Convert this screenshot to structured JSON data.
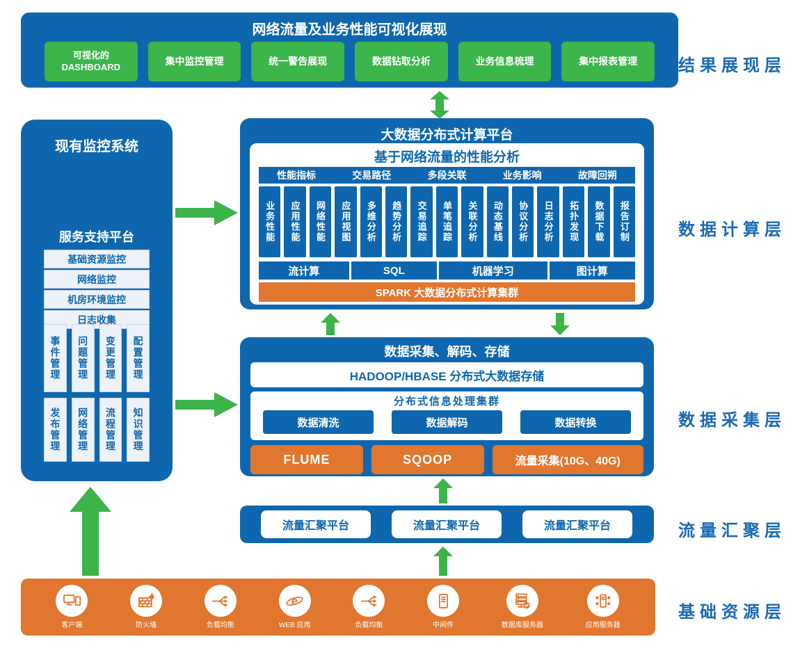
{
  "colors": {
    "blue": "#0e67ae",
    "green": "#3cb54b",
    "orange": "#e1762f",
    "label_blue": "#1a69b4"
  },
  "side_labels": [
    "结果展现层",
    "数据计算层",
    "数据采集层",
    "流量汇聚层",
    "基础资源层"
  ],
  "presentation": {
    "title": "网络流量及业务性能可视化展现",
    "buttons": [
      "可视化的\nDASHBOARD",
      "集中监控管理",
      "统一警告展现",
      "数据钻取分析",
      "业务信息梳理",
      "集中报表管理"
    ]
  },
  "monitoring": {
    "title": "现有监控系统",
    "subtitle": "服务支持平台",
    "items": [
      "基础资源监控",
      "网络监控",
      "机房环境监控",
      "日志收集"
    ],
    "mgmt_row1": [
      "事件管理",
      "问题管理",
      "变更管理",
      "配置管理"
    ],
    "mgmt_row2": [
      "发布管理",
      "网络管理",
      "流程管理",
      "知识管理"
    ]
  },
  "computing": {
    "title": "大数据分布式计算平台",
    "analysis_title": "基于网络流量的性能分析",
    "groups": [
      "性能指标",
      "交易路径",
      "多段关联",
      "业务影响",
      "故障回朔"
    ],
    "columns": [
      "业务性能",
      "应用性能",
      "网络性能",
      "应用视图",
      "多维分析",
      "趋势分析",
      "交易追踪",
      "单笔追踪",
      "关联分析",
      "动态基线",
      "协议分析",
      "日志分析",
      "拓扑发现",
      "数据下载",
      "报告订制"
    ],
    "tech_cells": [
      "流计算",
      "SQL",
      "机器学习",
      "图计算"
    ],
    "spark_bar": "SPARK 大数据分布式计算集群"
  },
  "collection": {
    "title": "数据采集、解码、存储",
    "storage_bar": "HADOOP/HBASE 分布式大数据存储",
    "processing_title": "分布式信息处理集群",
    "processing_buttons": [
      "数据清洗",
      "数据解码",
      "数据转换"
    ],
    "tools": [
      "FLUME",
      "SQOOP",
      "流量采集(10G、40G)"
    ]
  },
  "aggregation": {
    "platforms": [
      "流量汇聚平台",
      "流量汇聚平台",
      "流量汇聚平台"
    ]
  },
  "resources": {
    "items": [
      {
        "icon": "client-icon",
        "label": "客户端"
      },
      {
        "icon": "firewall-icon",
        "label": "防火墙"
      },
      {
        "icon": "load-balance-icon",
        "label": "负载均衡"
      },
      {
        "icon": "web-app-icon",
        "label": "WEB 应用"
      },
      {
        "icon": "load-balance-icon",
        "label": "负载均衡"
      },
      {
        "icon": "middleware-icon",
        "label": "中间件"
      },
      {
        "icon": "database-server-icon",
        "label": "数据库服务器"
      },
      {
        "icon": "app-server-icon",
        "label": "应用服务器"
      }
    ]
  }
}
